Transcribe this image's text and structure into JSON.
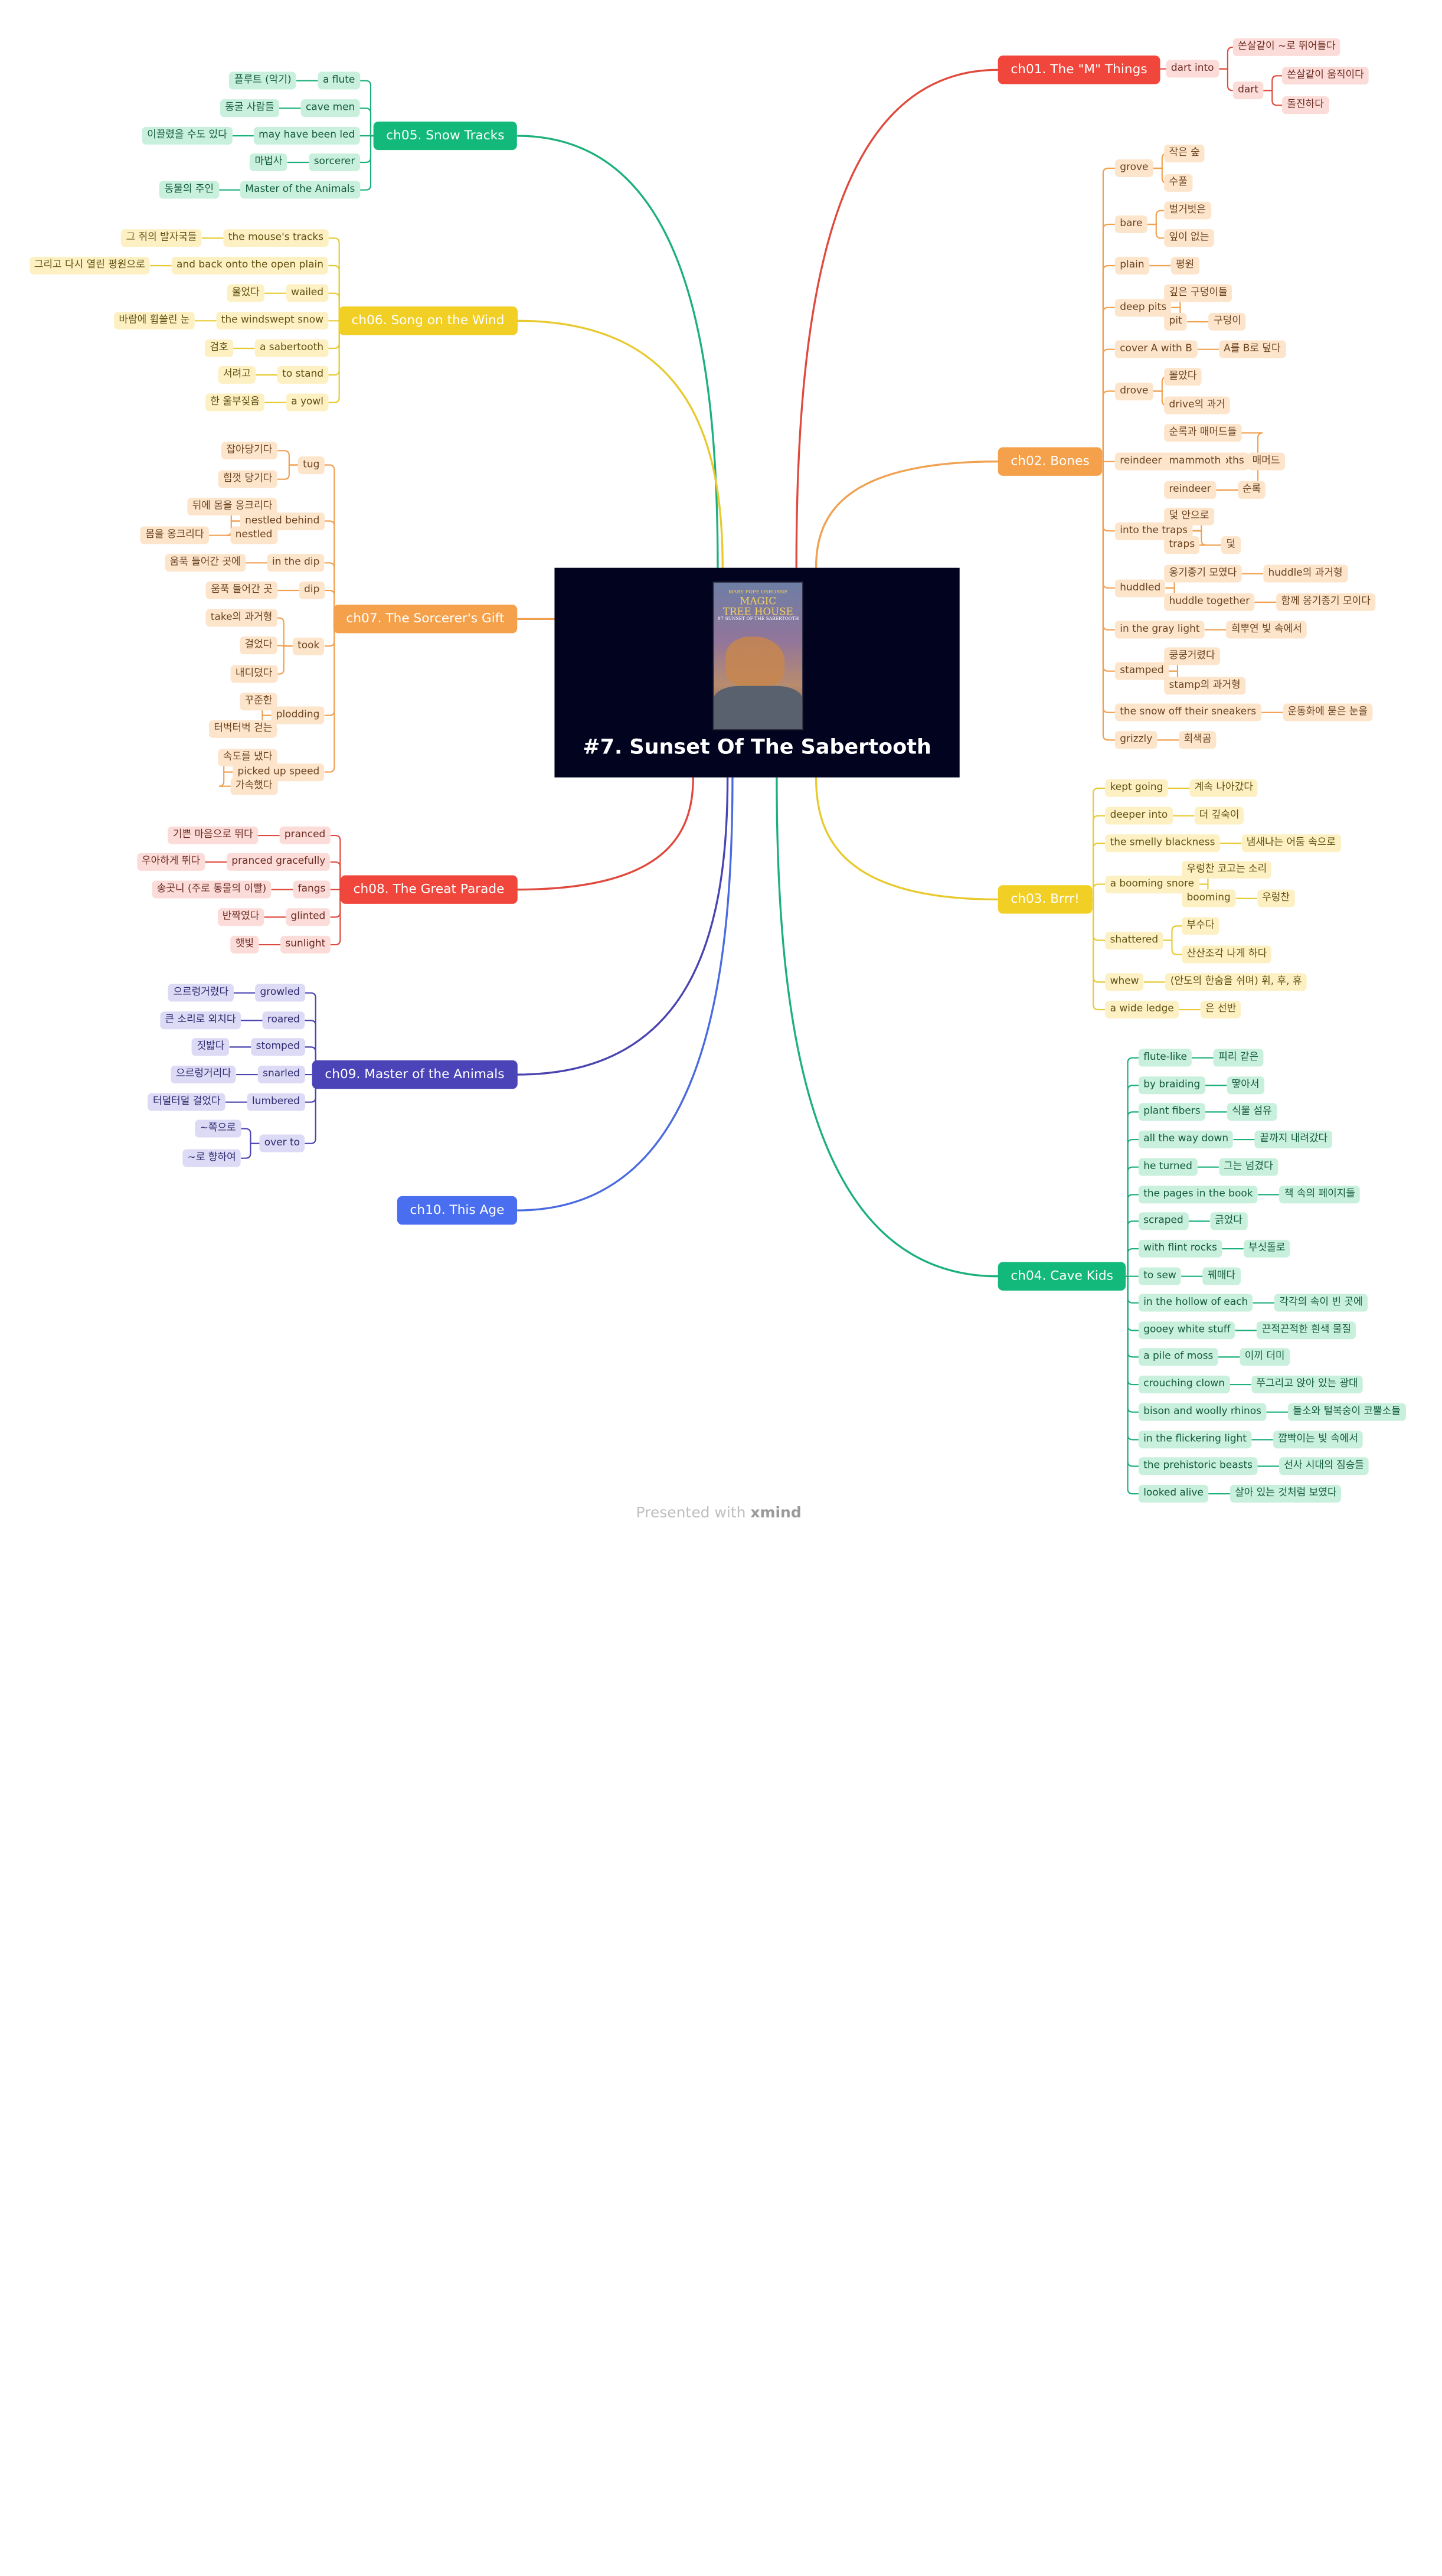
{
  "central": {
    "title": "#7. Sunset Of The Sabertooth",
    "cover_brand_1": "MARY POPE OSBORNE",
    "cover_brand_2": "MAGIC",
    "cover_brand_3": "TREE HOUSE",
    "cover_brand_4": "#7 SUNSET OF THE SABERTOOTH"
  },
  "footer": {
    "prefix": "Presented with ",
    "brand": "xmind"
  },
  "colors": {
    "red": {
      "main": "#f0463c",
      "line": "#e04a3e",
      "fill": "#fcdcd8",
      "text": "#6b2a22"
    },
    "orange": {
      "main": "#f5a04a",
      "line": "#f0a050",
      "fill": "#fde5cc",
      "text": "#6b4420"
    },
    "yellow": {
      "main": "#f1cf25",
      "line": "#e8ca30",
      "fill": "#fdf1c4",
      "text": "#5f5010"
    },
    "green": {
      "main": "#13b97a",
      "line": "#1cb07a",
      "fill": "#c9f0dd",
      "text": "#125a3c"
    },
    "indigo": {
      "main": "#4a44b8",
      "line": "#4a44b0",
      "fill": "#dcdaf4",
      "text": "#2e2a70"
    },
    "blue": {
      "main": "#4a6ef0",
      "line": "#4a6ae0",
      "fill": "#dbe3fc",
      "text": "#22347a"
    }
  },
  "chapters": [
    {
      "id": "ch01",
      "label": "ch01. The \"M\" Things",
      "color": "red",
      "side": "right",
      "items": [
        {
          "t": "dart into",
          "c": [
            {
              "t": "쏜살같이 ~로 뛰어들다"
            },
            {
              "t": "dart",
              "c": [
                {
                  "t": "쏜살같이 움직이다"
                },
                {
                  "t": "돌진하다"
                }
              ]
            }
          ]
        }
      ]
    },
    {
      "id": "ch02",
      "label": "ch02. Bones",
      "color": "orange",
      "side": "right",
      "items": [
        {
          "t": "grove",
          "c": [
            {
              "t": "작은 숲"
            },
            {
              "t": "수풀"
            }
          ]
        },
        {
          "t": "bare",
          "c": [
            {
              "t": "벌거벗은"
            },
            {
              "t": "잎이 없는"
            }
          ]
        },
        {
          "t": "plain",
          "c": [
            {
              "t": "평원"
            }
          ]
        },
        {
          "t": "deep pits",
          "c": [
            {
              "t": "깊은 구덩이들"
            },
            {
              "t": "pit",
              "c": [
                {
                  "t": "구덩이"
                }
              ]
            }
          ]
        },
        {
          "t": "cover A with B",
          "c": [
            {
              "t": "A를 B로 덮다"
            }
          ]
        },
        {
          "t": "drove",
          "c": [
            {
              "t": "몰았다"
            },
            {
              "t": "drive의 과거"
            }
          ]
        },
        {
          "t": "reindeer and mammoths",
          "c": [
            {
              "t": "순록과 매머드들"
            },
            {
              "t": "mammoth",
              "c": [
                {
                  "t": "매머드"
                }
              ]
            },
            {
              "t": "reindeer",
              "c": [
                {
                  "t": "순록"
                }
              ]
            }
          ]
        },
        {
          "t": "into the traps",
          "c": [
            {
              "t": "덫 안으로"
            },
            {
              "t": "traps",
              "c": [
                {
                  "t": "덫"
                }
              ]
            }
          ]
        },
        {
          "t": "huddled",
          "c": [
            {
              "t": "옹기종기 모였다",
              "c": [
                {
                  "t": "huddle의 과거형"
                }
              ]
            },
            {
              "t": "huddle together",
              "c": [
                {
                  "t": "함께 옹기종기 모이다"
                }
              ]
            }
          ]
        },
        {
          "t": "in the gray light",
          "c": [
            {
              "t": "희뿌연 빛 속에서"
            }
          ]
        },
        {
          "t": "stamped",
          "c": [
            {
              "t": "쿵쿵거렸다"
            },
            {
              "t": "stamp의 과거형"
            }
          ]
        },
        {
          "t": "the snow off their sneakers",
          "c": [
            {
              "t": "운동화에 묻은 눈을"
            }
          ]
        },
        {
          "t": "grizzly",
          "c": [
            {
              "t": "회색곰"
            }
          ]
        }
      ]
    },
    {
      "id": "ch03",
      "label": "ch03. Brrr!",
      "color": "yellow",
      "side": "right",
      "items": [
        {
          "t": "kept going",
          "c": [
            {
              "t": "계속 나아갔다"
            }
          ]
        },
        {
          "t": "deeper into",
          "c": [
            {
              "t": "더 깊숙이"
            }
          ]
        },
        {
          "t": "the smelly blackness",
          "c": [
            {
              "t": "냄새나는 어둠 속으로"
            }
          ]
        },
        {
          "t": "a booming snore",
          "c": [
            {
              "t": "우렁찬 코고는 소리"
            },
            {
              "t": "booming",
              "c": [
                {
                  "t": "우렁찬"
                }
              ]
            }
          ]
        },
        {
          "t": "shattered",
          "c": [
            {
              "t": "부수다"
            },
            {
              "t": "산산조각 나게 하다"
            }
          ]
        },
        {
          "t": "whew",
          "c": [
            {
              "t": "(안도의 한숨을 쉬며) 휘, 후, 휴"
            }
          ]
        },
        {
          "t": "a wide ledge",
          "c": [
            {
              "t": "은 선반"
            }
          ]
        }
      ]
    },
    {
      "id": "ch04",
      "label": "ch04. Cave Kids",
      "color": "green",
      "side": "right",
      "items": [
        {
          "t": "flute-like",
          "c": [
            {
              "t": "피리 같은"
            }
          ]
        },
        {
          "t": "by braiding",
          "c": [
            {
              "t": "땋아서"
            }
          ]
        },
        {
          "t": "plant fibers",
          "c": [
            {
              "t": "식물 섬유"
            }
          ]
        },
        {
          "t": "all the way down",
          "c": [
            {
              "t": "끝까지 내려갔다"
            }
          ]
        },
        {
          "t": "he turned",
          "c": [
            {
              "t": "그는 넘겼다"
            }
          ]
        },
        {
          "t": "the pages in the book",
          "c": [
            {
              "t": "책 속의 페이지들"
            }
          ]
        },
        {
          "t": "scraped",
          "c": [
            {
              "t": "긁었다"
            }
          ]
        },
        {
          "t": "with flint rocks",
          "c": [
            {
              "t": "부싯돌로"
            }
          ]
        },
        {
          "t": "to sew",
          "c": [
            {
              "t": "꿰매다"
            }
          ]
        },
        {
          "t": "in the hollow of each",
          "c": [
            {
              "t": "각각의 속이 빈 곳에"
            }
          ]
        },
        {
          "t": "gooey white stuff",
          "c": [
            {
              "t": "끈적끈적한 흰색 물질"
            }
          ]
        },
        {
          "t": "a pile of moss",
          "c": [
            {
              "t": "이끼 더미"
            }
          ]
        },
        {
          "t": "crouching clown",
          "c": [
            {
              "t": "쭈그리고 앉아 있는 광대"
            }
          ]
        },
        {
          "t": "bison and woolly rhinos",
          "c": [
            {
              "t": "들소와 털복숭이 코뿔소들"
            }
          ]
        },
        {
          "t": "in the flickering light",
          "c": [
            {
              "t": "깜빡이는 빛 속에서"
            }
          ]
        },
        {
          "t": "the prehistoric beasts",
          "c": [
            {
              "t": "선사 시대의 짐승들"
            }
          ]
        },
        {
          "t": "looked alive",
          "c": [
            {
              "t": "살아 있는 것처럼 보였다"
            }
          ]
        }
      ]
    },
    {
      "id": "ch05",
      "label": "ch05. Snow Tracks",
      "color": "green",
      "side": "left",
      "items": [
        {
          "t": "a flute",
          "c": [
            {
              "t": "플루트 (악기)"
            }
          ]
        },
        {
          "t": "cave men",
          "c": [
            {
              "t": "동굴 사람들"
            }
          ]
        },
        {
          "t": "may have been led",
          "c": [
            {
              "t": "이끌렸을 수도 있다"
            }
          ]
        },
        {
          "t": "sorcerer",
          "c": [
            {
              "t": "마법사"
            }
          ]
        },
        {
          "t": "Master of the Animals",
          "c": [
            {
              "t": "동물의 주인"
            }
          ]
        }
      ]
    },
    {
      "id": "ch06",
      "label": "ch06. Song on the Wind",
      "color": "yellow",
      "side": "left",
      "items": [
        {
          "t": "the mouse's tracks",
          "c": [
            {
              "t": "그 쥐의 발자국들"
            }
          ]
        },
        {
          "t": "and back onto the open plain",
          "c": [
            {
              "t": "그리고 다시 열린 평원으로"
            }
          ]
        },
        {
          "t": "wailed",
          "c": [
            {
              "t": "울었다"
            }
          ]
        },
        {
          "t": "the windswept snow",
          "c": [
            {
              "t": "바람에 휩쓸린 눈"
            }
          ]
        },
        {
          "t": "a sabertooth",
          "c": [
            {
              "t": "검호"
            }
          ]
        },
        {
          "t": "to stand",
          "c": [
            {
              "t": "서려고"
            }
          ]
        },
        {
          "t": "a yowl",
          "c": [
            {
              "t": "한 울부짖음"
            }
          ]
        }
      ]
    },
    {
      "id": "ch07",
      "label": "ch07. The Sorcerer's Gift",
      "color": "orange",
      "side": "left",
      "items": [
        {
          "t": "tug",
          "c": [
            {
              "t": "잡아당기다"
            },
            {
              "t": "힘껏 당기다"
            }
          ]
        },
        {
          "t": "nestled behind",
          "c": [
            {
              "t": "뒤에 몸을 옹크리다"
            },
            {
              "t": "nestled",
              "c": [
                {
                  "t": "몸을 옹크리다"
                }
              ]
            }
          ]
        },
        {
          "t": "in the dip",
          "c": [
            {
              "t": "움푹 들어간 곳에"
            }
          ]
        },
        {
          "t": "dip",
          "c": [
            {
              "t": "움푹 들어간 곳"
            }
          ]
        },
        {
          "t": "took",
          "c": [
            {
              "t": "take의 과거형"
            },
            {
              "t": "걸었다"
            },
            {
              "t": "내디뎠다"
            }
          ]
        },
        {
          "t": "plodding",
          "c": [
            {
              "t": "꾸준한"
            },
            {
              "t": "터벅터벅 걷는"
            }
          ]
        },
        {
          "t": "picked up speed",
          "c": [
            {
              "t": "속도를 냈다"
            },
            {
              "t": "가속했다"
            }
          ]
        }
      ]
    },
    {
      "id": "ch08",
      "label": "ch08. The Great Parade",
      "color": "red",
      "side": "left",
      "items": [
        {
          "t": "pranced",
          "c": [
            {
              "t": "기쁜 마음으로 뛰다"
            }
          ]
        },
        {
          "t": "pranced gracefully",
          "c": [
            {
              "t": "우아하게 뛰다"
            }
          ]
        },
        {
          "t": "fangs",
          "c": [
            {
              "t": "송곳니 (주로 동물의 이빨)"
            }
          ]
        },
        {
          "t": "glinted",
          "c": [
            {
              "t": "반짝였다"
            }
          ]
        },
        {
          "t": "sunlight",
          "c": [
            {
              "t": "햇빛"
            }
          ]
        }
      ]
    },
    {
      "id": "ch09",
      "label": "ch09. Master of the Animals",
      "color": "indigo",
      "side": "left",
      "items": [
        {
          "t": "growled",
          "c": [
            {
              "t": "으르렁거렸다"
            }
          ]
        },
        {
          "t": "roared",
          "c": [
            {
              "t": "큰 소리로 외치다"
            }
          ]
        },
        {
          "t": "stomped",
          "c": [
            {
              "t": "짓밟다"
            }
          ]
        },
        {
          "t": "snarled",
          "c": [
            {
              "t": "으르렁거리다"
            }
          ]
        },
        {
          "t": "lumbered",
          "c": [
            {
              "t": "터덜터덜 걸었다"
            }
          ]
        },
        {
          "t": "over to",
          "c": [
            {
              "t": "~쪽으로"
            },
            {
              "t": "~로 향하여"
            }
          ]
        }
      ]
    },
    {
      "id": "ch10",
      "label": "ch10. This Age",
      "color": "blue",
      "side": "left",
      "items": []
    }
  ]
}
